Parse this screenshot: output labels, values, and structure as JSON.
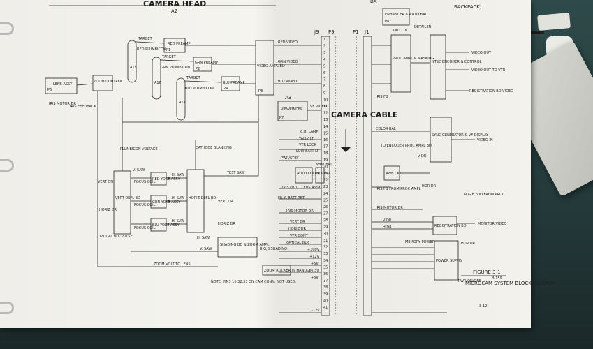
{
  "header": {
    "title_left": "CAMERA HEAD",
    "subtitle_left": "A2",
    "title_right_fragment": "BACKPACK)",
    "title_left_fragment": "BA"
  },
  "connectors": {
    "j9": "J9",
    "p9": "P9",
    "p1": "P1",
    "j1": "J1"
  },
  "camera_cable_label": "CAMERA CABLE",
  "blocks": {
    "lens_assy": "LENS ASSY",
    "p6": "P6",
    "zoom_control": "ZOOM CONTROL",
    "red_preamp": "RED PREAMP",
    "p1_preamp": "P1",
    "grn_preamp": "GRN PREAMP",
    "p2": "P2",
    "blu_preamp": "BLU PREAMP",
    "p4": "P4",
    "video_ampl": "VIDEO AMPL BD",
    "p3": "P3",
    "a15": "A15",
    "a16": "A16",
    "a17": "A17",
    "vert_defl": "VERT DEFL BD",
    "horiz_defl": "HORIZ DEFL BD",
    "red_yoke": "RED YOKE ASSY",
    "grn_yoke": "GRN YOKE ASSY",
    "blu_yoke": "BLU YOKE ASSY",
    "focus_coil": "FOCUS COIL",
    "shading": "SHADING BD & ZOOM AMPL",
    "zoom_rocker": "ZOOM ROCKER IN HANDLE",
    "viewfinder": "VIEWFINDER",
    "a3": "A3",
    "p7": "P7",
    "auto_color": "AUTO COLOR",
    "blk_bal": "BLK BAL",
    "enhancer": "ENHANCER & AUTO BAL",
    "p8": "P8",
    "proc_ampl": "PROC AMPL & MASKING",
    "ntsc_encoder": "NTSC ENCODER & CONTROL",
    "sync_gen": "SYNC GENERATOR & VF DISPLAY",
    "awb_ckt": "AWB CKT",
    "registration": "REGISTRATION BD",
    "power_supply": "POWER SUPPLY"
  },
  "labels": {
    "target": "TARGET",
    "red_plumbicon": "RED PLUMBICON",
    "grn_plumbicon": "GRN PLUMBICON",
    "blu_plumbicon": "BLU PLUMBICON",
    "iris_motor_dr": "IRIS MOTOR DR",
    "iris_feedback": "IRIS FEEDBACK",
    "plumbicon_voltage": "PLUMBICON VOLTAGE",
    "cathode_blanking": "CATHODE BLANKING",
    "test_saw": "TEST SAW",
    "v_saw": "V. SAW",
    "h_saw": "H. SAW",
    "vert_on": "VERT ON",
    "horiz_dr": "HORIZ DR",
    "optical_blk_pulse": "OPTICAL BLK PULSE",
    "vert_dr": "VERT DR",
    "rgb_shading": "R,G,B SHADING",
    "zoom_volt": "ZOOM VOLT TO LENS",
    "note": "NOTE: PINS 16,32,33 ON CAM CONN. NOT USED.",
    "red_video": "RED VIDEO",
    "grn_video": "GRN VIDEO",
    "blu_video": "BLU VIDEO",
    "vf_video": "VF VIDEO",
    "cb_lamp": "C.B. LAMP",
    "tally_lt": "TALLY LT",
    "vtr_lock": "VTR LOCK",
    "low_batt": "LOW BATT LT",
    "pwr_stby": "PWR/STBY",
    "white_bal": "WHT BAL",
    "iris_fb_lens": "IRIS FB TO LENS ASSY",
    "fil_batt_ret": "FIL & BATT RET",
    "iris_motor_dr2": "IRIS MOTOR DR",
    "vert_dr2": "VERT DR",
    "horiz_dr2": "HORIZ DR",
    "vtr_cont": "VTR CONT",
    "optical_blk": "OPTICAL BLK",
    "v300": "+300V",
    "v12": "+12V",
    "v5": "+5V",
    "v63": "+6.3V",
    "v5b": "+5V",
    "vneg12": "-12V",
    "color_bal": "COLOR BAL",
    "to_encoder": "TO ENCODER PROC AMPL BD",
    "iris_fb": "IRIS FB",
    "iris_fb_from": "IRIS FB FROM PROC AMPL",
    "iris_motor_dr3": "IRIS MOTOR DR",
    "v_dr": "V DR",
    "h_dr": "H DR",
    "memory_power": "MEMORY POWER",
    "video_out": "VIDEO OUT",
    "video_out_vtr": "VIDEO OUT TO VTR",
    "reg_bd_video": "REGISTRATION BD VIDEO",
    "video_in": "VIDEO IN",
    "r_g_b": "R,G,B, VID FROM PROC",
    "monitor_video": "MONITOR VIDEO",
    "hor_dr": "HOR DR",
    "out": "OUT",
    "in": "IN",
    "detail_in": "DETAIL IN",
    "v_dr2": "V DR",
    "hor_dr_right": "HOR DR",
    "pwr_on_off": "PWR ON/OFF"
  },
  "figure": {
    "number": "FIGURE 3-1",
    "caption": "MICROCAM SYSTEM BLOCK DIAGRAM",
    "page": "3-12",
    "ref": "B-159"
  },
  "pins_left": [
    "1",
    "2",
    "3",
    "4",
    "5",
    "6",
    "7",
    "8",
    "9",
    "10",
    "11",
    "12",
    "13",
    "14",
    "15",
    "16",
    "17",
    "18",
    "19",
    "20",
    "21",
    "22",
    "23",
    "24",
    "25",
    "26",
    "27",
    "28",
    "29",
    "30",
    "31",
    "32",
    "33",
    "34",
    "35",
    "36",
    "37",
    "38",
    "39",
    "40",
    "41"
  ],
  "colors": {
    "paper": "#f2f1ec",
    "ink": "#1f1f1f",
    "desk": "#2a4242"
  }
}
